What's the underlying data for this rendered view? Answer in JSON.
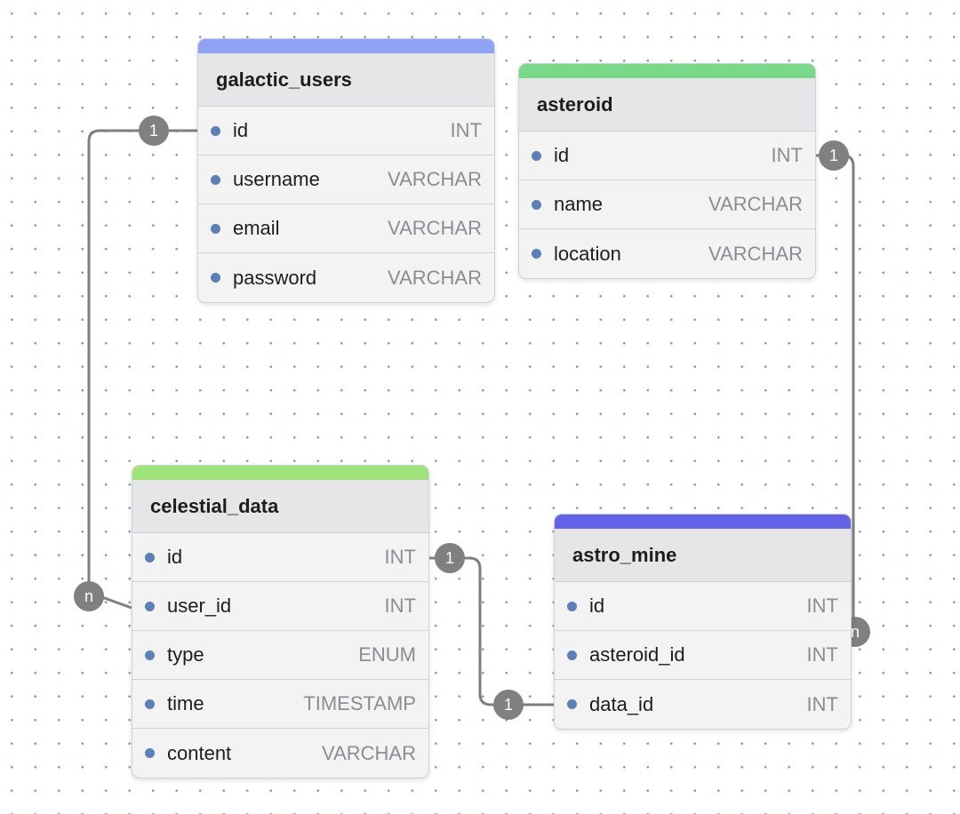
{
  "tables": [
    {
      "id": "galactic_users",
      "name": "galactic_users",
      "accent": "#8ea2f6",
      "fields": [
        {
          "name": "id",
          "type": "INT"
        },
        {
          "name": "username",
          "type": "VARCHAR"
        },
        {
          "name": "email",
          "type": "VARCHAR"
        },
        {
          "name": "password",
          "type": "VARCHAR"
        }
      ]
    },
    {
      "id": "asteroid",
      "name": "asteroid",
      "accent": "#78da88",
      "fields": [
        {
          "name": "id",
          "type": "INT"
        },
        {
          "name": "name",
          "type": "VARCHAR"
        },
        {
          "name": "location",
          "type": "VARCHAR"
        }
      ]
    },
    {
      "id": "celestial_data",
      "name": "celestial_data",
      "accent": "#9fe47a",
      "fields": [
        {
          "name": "id",
          "type": "INT"
        },
        {
          "name": "user_id",
          "type": "INT"
        },
        {
          "name": "type",
          "type": "ENUM"
        },
        {
          "name": "time",
          "type": "TIMESTAMP"
        },
        {
          "name": "content",
          "type": "VARCHAR"
        }
      ]
    },
    {
      "id": "astro_mine",
      "name": "astro_mine",
      "accent": "#6363ea",
      "fields": [
        {
          "name": "id",
          "type": "INT"
        },
        {
          "name": "asteroid_id",
          "type": "INT"
        },
        {
          "name": "data_id",
          "type": "INT"
        }
      ]
    }
  ],
  "relationships": [
    {
      "id": "users-celestial",
      "from_table": "galactic_users",
      "from_field": "id",
      "from_card": "1",
      "to_table": "celestial_data",
      "to_field": "user_id",
      "to_card": "n"
    },
    {
      "id": "asteroid-astromine",
      "from_table": "asteroid",
      "from_field": "id",
      "from_card": "1",
      "to_table": "astro_mine",
      "to_field": "asteroid_id",
      "to_card": "n"
    },
    {
      "id": "celestial-astromine",
      "from_table": "celestial_data",
      "from_field": "id",
      "from_card": "1",
      "to_table": "astro_mine",
      "to_field": "data_id",
      "to_card": "1"
    }
  ],
  "colors": {
    "line": "#7f7f82",
    "badge": "#808083",
    "field_dot": "#5b7fb8"
  }
}
